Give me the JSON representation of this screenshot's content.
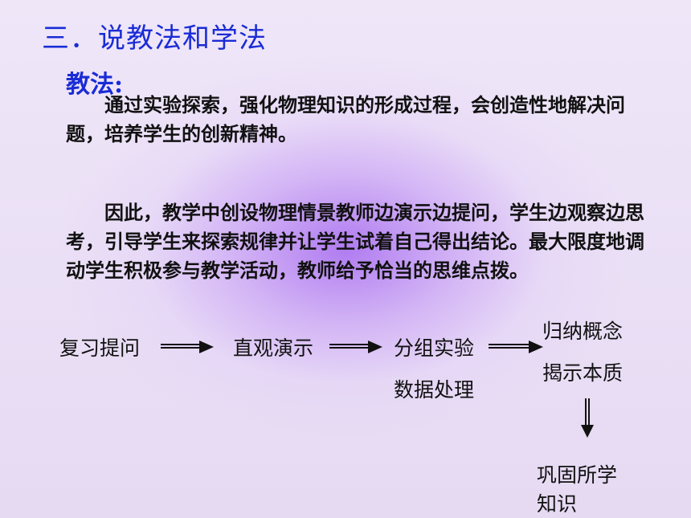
{
  "slide": {
    "title": "三．说教法和学法",
    "subtitle": "教法:",
    "paragraph1": "通过实验探索，强化物理知识的形成过程，会创造性地解决问题，培养学生的创新精神。",
    "paragraph2": "因此，教学中创设物理情景教师边演示边提问，学生边观察边思考，引导学生来探索规律并让学生试着自己得出结论。最大限度地调动学生积极参与教学活动，教师给予恰当的思维点拨。"
  },
  "flow": {
    "step1": "复习提问",
    "step2": "直观演示",
    "step3a": "分组实验",
    "step3b": "数据处理",
    "step4a": "归纳概念",
    "step4b": "揭示本质",
    "step5_line1": "巩固所学",
    "step5_line2": "知识"
  },
  "colors": {
    "title": "#1a2cd6",
    "text": "#111111",
    "background": "#ece2f7",
    "glow": "#ad76f0"
  }
}
